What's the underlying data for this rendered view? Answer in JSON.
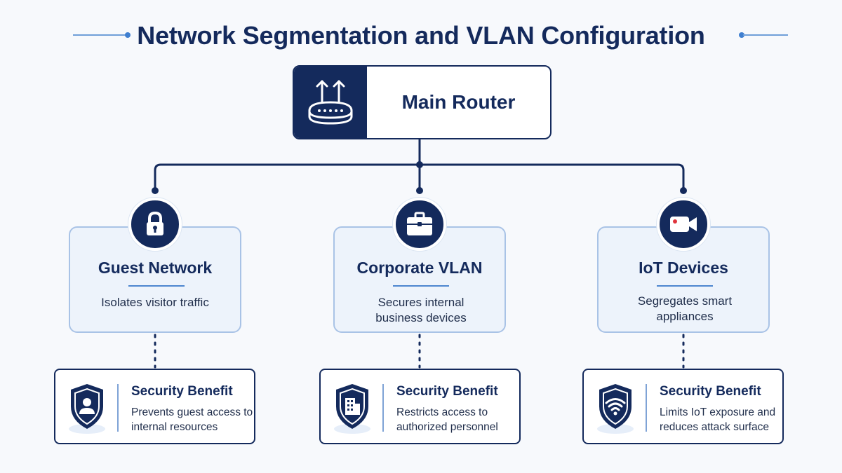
{
  "title": "Network Segmentation and VLAN Configuration",
  "router": {
    "label": "Main Router",
    "icon": "router-icon"
  },
  "segments": [
    {
      "title": "Guest Network",
      "icon": "lock-icon",
      "description": "Isolates visitor traffic",
      "benefit": {
        "title": "Security Benefit",
        "text": "Prevents guest access to internal resources",
        "icon": "shield-user-icon"
      }
    },
    {
      "title": "Corporate VLAN",
      "icon": "briefcase-icon",
      "description": "Secures internal business devices",
      "benefit": {
        "title": "Security Benefit",
        "text": "Restricts access to authorized personnel",
        "icon": "shield-building-icon"
      }
    },
    {
      "title": "IoT Devices",
      "icon": "camera-icon",
      "description": "Segregates smart appliances",
      "benefit": {
        "title": "Security Benefit",
        "text": "Limits IoT exposure and reduces attack surface",
        "icon": "shield-wifi-icon"
      }
    }
  ],
  "colors": {
    "navy": "#142a5c",
    "accent": "#4d86cf",
    "panel": "#edf3fb",
    "panel_border": "#a9c3e6"
  }
}
